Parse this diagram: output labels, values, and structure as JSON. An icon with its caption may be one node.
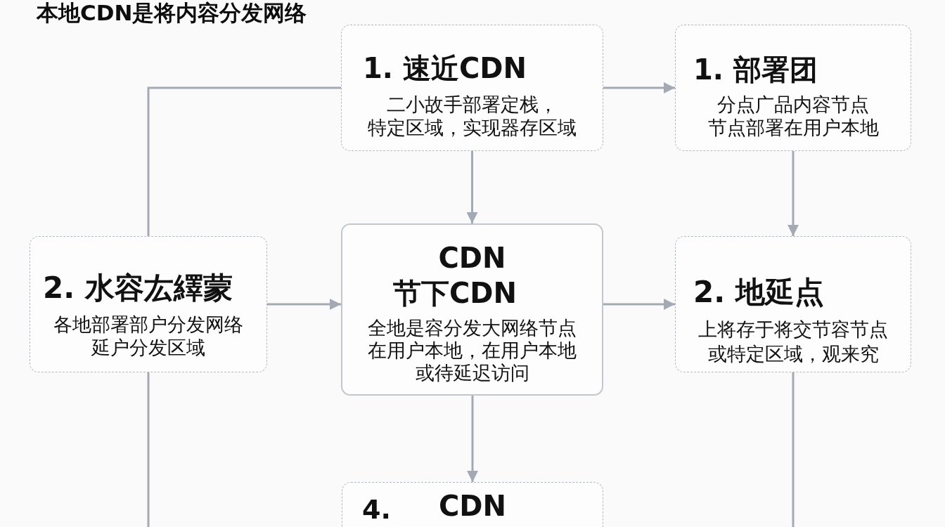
{
  "diagram": {
    "title": "本地CDN是将内容分发网络",
    "nodes": [
      {
        "text": [
          "1. 速近CDN",
          "二小故手部署定栈，特定区域，实现器存区域"
        ]
      },
      {
        "text": [
          "1. 部署团",
          "分点广品内容节点节点部署在用户本地"
        ]
      },
      {
        "text": [
          "2. 水容厷繹蒙",
          "各地部署部户分发网络延户分发区域"
        ]
      },
      {
        "text": [
          "CDN",
          "节下CDN",
          "全地是容分发大网络节点在用户本地，在用户本地或待延迟访问"
        ]
      },
      {
        "text": [
          "2. 地延点",
          "上将存于将交节容节点或特定区域，观来究"
        ]
      },
      {
        "text": [
          "4.",
          "CDN"
        ]
      }
    ],
    "edges": [
      {
        "from": 0,
        "to": 1,
        "arrow": "to"
      },
      {
        "from": 0,
        "to": 3,
        "arrow": "to"
      },
      {
        "from": 1,
        "to": 4,
        "arrow": "to"
      },
      {
        "from": 2,
        "to": 3,
        "arrow": "to"
      },
      {
        "from": 3,
        "to": 4,
        "arrow": "to"
      },
      {
        "from": 3,
        "to": 5,
        "arrow": "to"
      },
      {
        "from": 2,
        "to": 0,
        "arrow": "none"
      },
      {
        "from": 2,
        "to": null,
        "arrow": "none"
      },
      {
        "from": 4,
        "to": null,
        "arrow": "none"
      }
    ]
  }
}
